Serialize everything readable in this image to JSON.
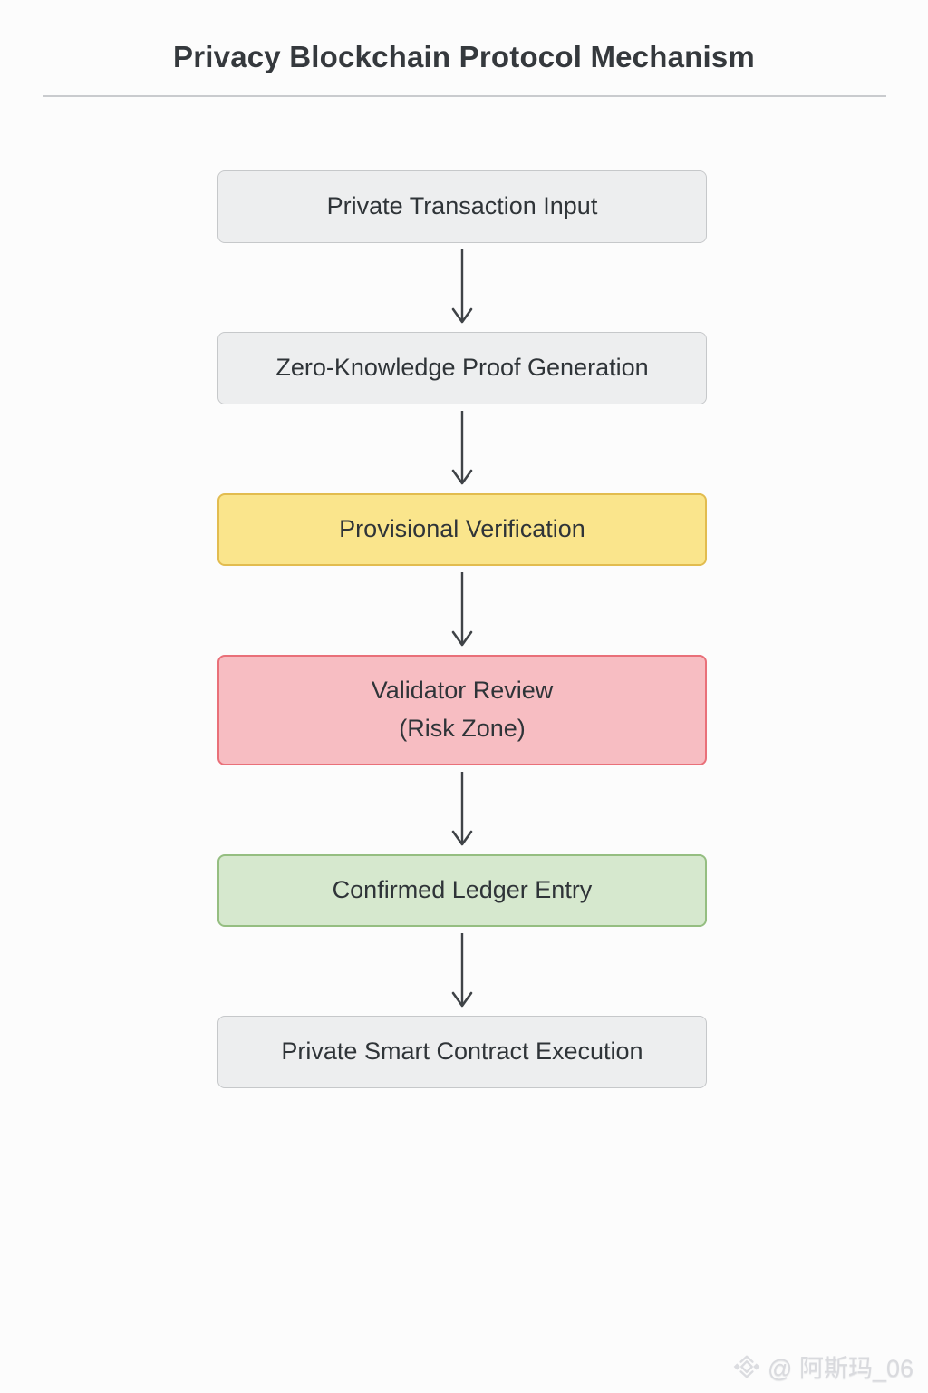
{
  "page": {
    "title": "Privacy Blockchain Protocol Mechanism"
  },
  "flow": {
    "nodes": [
      {
        "label": "Private Transaction Input",
        "type": "default"
      },
      {
        "label": "Zero-Knowledge Proof Generation",
        "type": "default"
      },
      {
        "label": "Provisional Verification",
        "type": "warning"
      },
      {
        "label": "Validator Review\n(Risk Zone)",
        "type": "danger"
      },
      {
        "label": "Confirmed Ledger Entry",
        "type": "success"
      },
      {
        "label": "Private Smart Contract Execution",
        "type": "default"
      }
    ],
    "connector_icon": "arrow-down-icon"
  },
  "colors": {
    "background": "#FCFCFC",
    "title_text": "#35393D",
    "divider": "#C9CBCE",
    "node_text": "#2F3438",
    "default_fill": "#EDEEEF",
    "default_border": "#C6C8CA",
    "warning_fill": "#FAE58C",
    "warning_border": "#E2BC4F",
    "danger_fill": "#F7BDC2",
    "danger_border": "#E97079",
    "success_fill": "#D6E8CE",
    "success_border": "#95BE81",
    "arrow": "#3F4347",
    "watermark_text": "#D9DADE"
  },
  "watermark": {
    "handle": "@ 阿斯玛_06",
    "icon": "diamond-logo-icon"
  }
}
